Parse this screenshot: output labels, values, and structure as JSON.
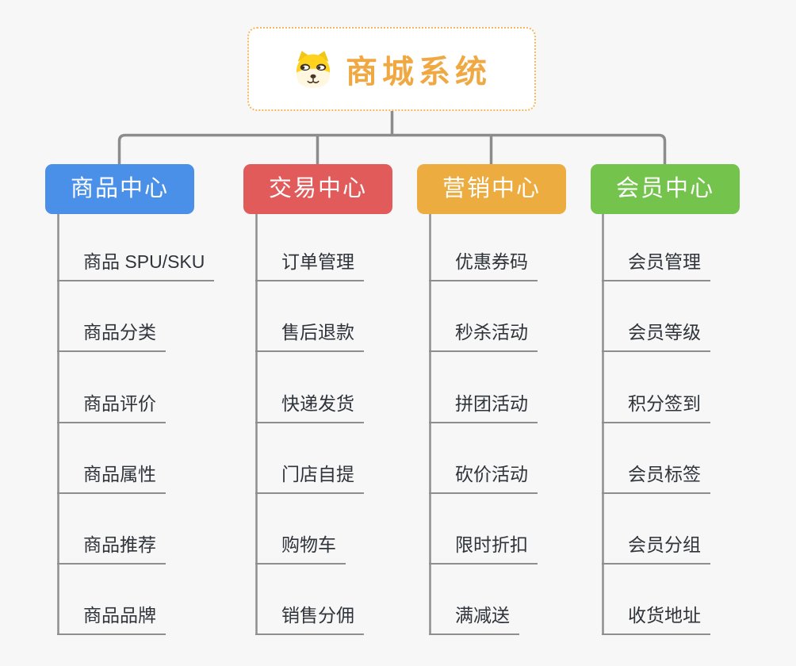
{
  "root": {
    "title": "商城系统",
    "icon": "shiba-dog-icon",
    "title_color": "#F0A843",
    "border_color": "#F2B95E"
  },
  "canvas": {
    "background_color": "#F7F7F8",
    "connector_color": "#8C8C8C",
    "underline_color": "#8E8E8E",
    "item_text_color": "#2F343A"
  },
  "branches": [
    {
      "label": "商品中心",
      "color": "#4A90E8",
      "items": [
        "商品 SPU/SKU",
        "商品分类",
        "商品评价",
        "商品属性",
        "商品推荐",
        "商品品牌"
      ]
    },
    {
      "label": "交易中心",
      "color": "#E25B5B",
      "items": [
        "订单管理",
        "售后退款",
        "快递发货",
        "门店自提",
        "购物车",
        "销售分佣"
      ]
    },
    {
      "label": "营销中心",
      "color": "#EDAC40",
      "items": [
        "优惠券码",
        "秒杀活动",
        "拼团活动",
        "砍价活动",
        "限时折扣",
        "满减送"
      ]
    },
    {
      "label": "会员中心",
      "color": "#74C34C",
      "items": [
        "会员管理",
        "会员等级",
        "积分签到",
        "会员标签",
        "会员分组",
        "收货地址"
      ]
    }
  ]
}
